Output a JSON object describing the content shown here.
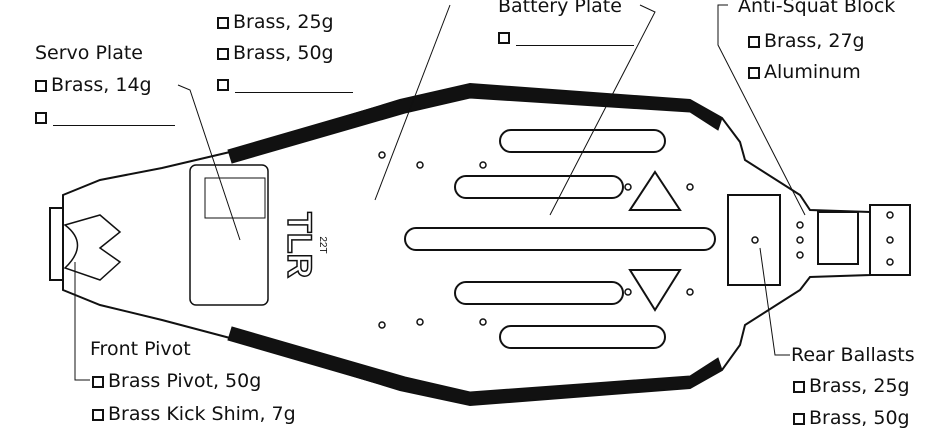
{
  "callouts": {
    "top_weights": {
      "options": [
        "Brass, 25g",
        "Brass, 50g",
        ""
      ]
    },
    "battery_plate": {
      "title": "Battery Plate",
      "options": [
        ""
      ]
    },
    "anti_squat_block": {
      "title": "Anti-Squat Block",
      "options": [
        "Brass, 27g",
        "Aluminum"
      ]
    },
    "servo_plate": {
      "title": "Servo Plate",
      "options": [
        "Brass, 14g",
        ""
      ]
    },
    "front_pivot": {
      "title": "Front Pivot",
      "options": [
        "Brass Pivot, 50g",
        "Brass Kick Shim, 7g"
      ]
    },
    "rear_ballasts": {
      "title": "Rear Ballasts",
      "options": [
        "Brass, 25g",
        "Brass, 50g"
      ]
    }
  },
  "chassis": {
    "logo_text": "TLR",
    "logo_sub": "22T"
  },
  "colors": {
    "line": "#111111",
    "fill": "#ffffff"
  }
}
